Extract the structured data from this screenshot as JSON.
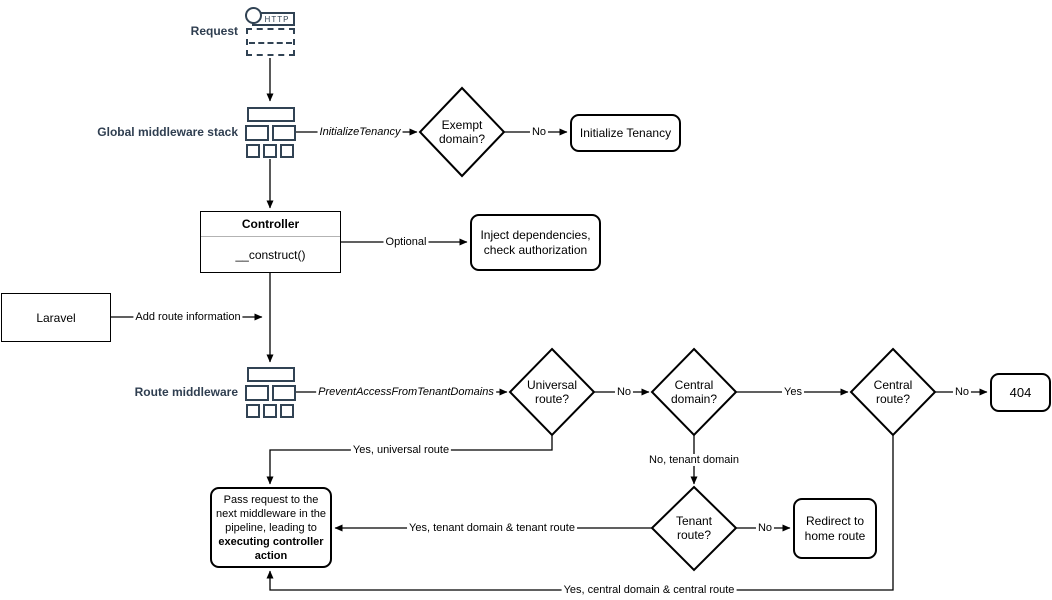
{
  "diagram": {
    "nodes": {
      "request_label": "Request",
      "http_label": "HTTP",
      "global_middleware_label": "Global middleware stack",
      "exempt_domain": "Exempt domain?",
      "initialize_tenancy": "Initialize Tenancy",
      "controller_title": "Controller",
      "controller_method": "__construct()",
      "inject_dependencies": "Inject dependencies, check authorization",
      "laravel": "Laravel",
      "route_middleware_label": "Route middleware",
      "universal_route": "Universal route?",
      "central_domain": "Central domain?",
      "central_route": "Central route?",
      "not_found": "404",
      "tenant_route": "Tenant route?",
      "redirect_home": "Redirect to home route",
      "pass_request_normal": "Pass request to the next middleware in the pipeline, leading to ",
      "pass_request_bold": "executing controller action"
    },
    "edges": {
      "initialize_tenancy_middleware": "InitializeTenancy",
      "exempt_no": "No",
      "optional": "Optional",
      "add_route_information": "Add route information",
      "prevent_access": "PreventAccessFromTenantDomains",
      "universal_no": "No",
      "central_domain_yes": "Yes",
      "central_route_no": "No",
      "yes_universal_route": "Yes, universal route",
      "no_tenant_domain": "No, tenant domain",
      "tenant_route_no": "No",
      "yes_tenant_domain_route": "Yes, tenant domain & tenant route",
      "yes_central_domain_route": "Yes, central domain & central route"
    },
    "colors": {
      "icon_accent": "#314354",
      "label_accent": "#2f3e50",
      "line": "#000000"
    }
  }
}
